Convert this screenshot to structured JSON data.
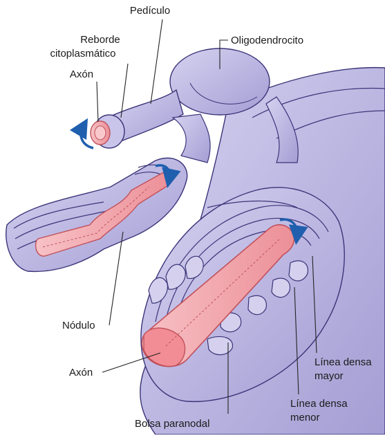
{
  "labels": {
    "pediculo": "Pedículo",
    "reborde_line1": "Reborde",
    "reborde_line2": "citoplasmático",
    "axon_top": "Axón",
    "oligodendrocito": "Oligodendrocito",
    "nodulo": "Nódulo",
    "axon_bottom": "Axón",
    "linea_densa_mayor_line1": "Línea densa",
    "linea_densa_mayor_line2": "mayor",
    "linea_densa_menor_line1": "Línea densa",
    "linea_densa_menor_line2": "menor",
    "bolsa_paranodal": "Bolsa paranodal"
  },
  "colors": {
    "membrane_fill": "#b9b4e0",
    "membrane_light": "#d4d0ee",
    "membrane_stroke": "#3b3478",
    "inner_dark": "#6a5fb0",
    "axon_fill": "#f2a0a6",
    "axon_light": "#f8c8cc",
    "axon_stroke": "#c0505a",
    "arrow": "#1f5fae"
  }
}
